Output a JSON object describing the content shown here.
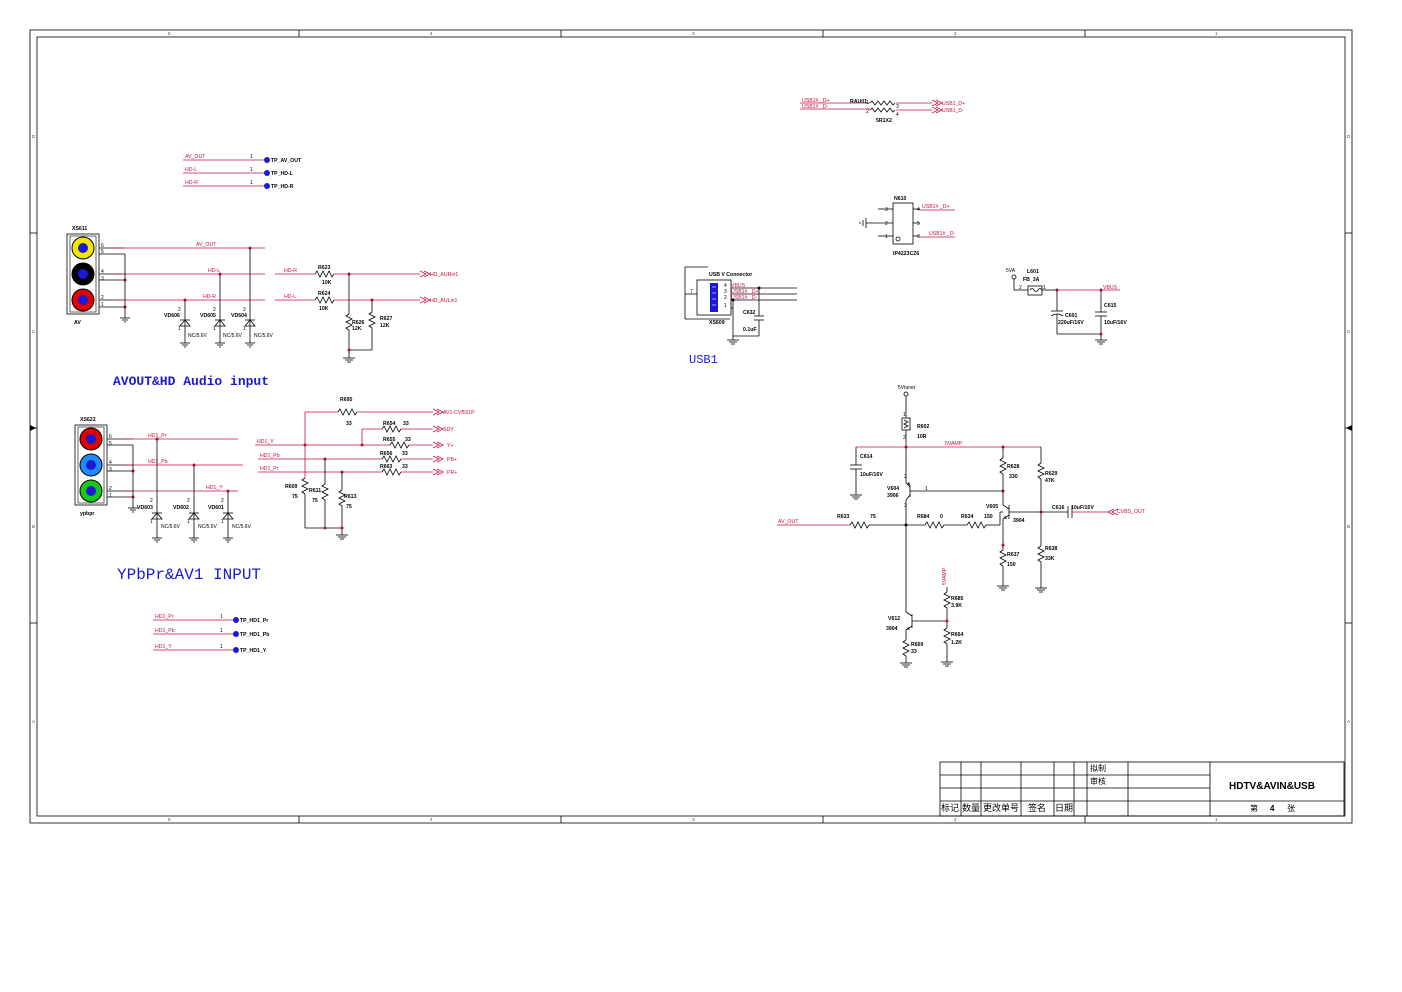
{
  "frame": {
    "col_labels": [
      "5",
      "4",
      "3",
      "2",
      "1"
    ],
    "row_labels": [
      "D",
      "C",
      "B",
      "A"
    ]
  },
  "sections": {
    "avout_title": "AVOUT&HD Audio input",
    "ypbpr_title": "YPbPr&AV1  INPUT",
    "usb_title": "USB1"
  },
  "testpoints_top": [
    {
      "net": "AV_OUT",
      "pin": "1",
      "name": "TP_AV_OUT"
    },
    {
      "net": "HD-L",
      "pin": "1",
      "name": "TP_HD-L"
    },
    {
      "net": "HD-R",
      "pin": "1",
      "name": "TP_HD-R"
    }
  ],
  "testpoints_bottom": [
    {
      "net": "HD1_Pr",
      "pin": "1",
      "name": "TP_HD1_Pr"
    },
    {
      "net": "HD1_Pb",
      "pin": "1",
      "name": "TP_HD1_Pb"
    },
    {
      "net": "HD1_Y",
      "pin": "1",
      "name": "TP_HD1_Y"
    }
  ],
  "xs611": {
    "ref": "XS611",
    "label": "AV",
    "pins": [
      "6",
      "5",
      "4",
      "3",
      "2",
      "1"
    ],
    "jack_colors": [
      "#f2e600",
      "#000000",
      "#e00000"
    ],
    "nets": {
      "av_out": "AV_OUT",
      "hd_l": "HD-L",
      "hd_r": "HD-R"
    }
  },
  "av_diodes": [
    {
      "ref": "VD606",
      "value": "NC/5.6V",
      "pins": [
        "1",
        "2"
      ]
    },
    {
      "ref": "VD605",
      "value": "NC/5.6V",
      "pins": [
        "1",
        "2"
      ]
    },
    {
      "ref": "VD604",
      "value": "NC/5.6V",
      "pins": [
        "1",
        "2"
      ]
    }
  ],
  "audio": {
    "net_r": "HD-R",
    "net_l": "HD-L",
    "r623": {
      "ref": "R623",
      "value": "10K"
    },
    "r624": {
      "ref": "R624",
      "value": "10K"
    },
    "r626": {
      "ref": "R626",
      "value": "12K"
    },
    "r627": {
      "ref": "R627",
      "value": "12K"
    },
    "out_r": "HD_AURin1",
    "out_l": "HD_AULin1"
  },
  "xs622": {
    "ref": "XS622",
    "label": "ypbpr",
    "pins": [
      "6",
      "5",
      "4",
      "3",
      "2",
      "1"
    ],
    "jack_colors": [
      "#e00000",
      "#1e8cff",
      "#18c818"
    ],
    "nets": {
      "pr": "HD1_Pr",
      "pb": "HD1_Pb",
      "y": "HD1_Y"
    }
  },
  "ypbpr_diodes": [
    {
      "ref": "VD603",
      "value": "NC/5.6V",
      "pins": [
        "1",
        "2"
      ]
    },
    {
      "ref": "VD602",
      "value": "NC/5.6V",
      "pins": [
        "1",
        "2"
      ]
    },
    {
      "ref": "VD601",
      "value": "NC/5.6V",
      "pins": [
        "1",
        "2"
      ]
    }
  ],
  "video_in": {
    "r695": {
      "ref": "R695",
      "value": "33"
    },
    "cvbs_out": "AV1-CVBS1P",
    "r654": {
      "ref": "R654",
      "value": "33"
    },
    "sdy": "SDY",
    "r655": {
      "ref": "R655",
      "value": "33"
    },
    "y_out": "Y+",
    "r656": {
      "ref": "R656",
      "value": "33"
    },
    "pb_out": "PB+",
    "r663": {
      "ref": "R663",
      "value": "33"
    },
    "pr_out": "PR+",
    "nets": [
      "HD1_Y",
      "HD1_Pb",
      "HD1_Pr"
    ],
    "r609": {
      "ref": "R609",
      "value": "75"
    },
    "r611": {
      "ref": "R611",
      "value": "75"
    },
    "r613": {
      "ref": "R613",
      "value": "75"
    }
  },
  "usb_conn": {
    "title": "USB V Connector",
    "ref": "XS609",
    "pins": [
      "4",
      "3",
      "2",
      "1"
    ],
    "shield_pin": "7",
    "nets": [
      "VBUS",
      "USB1# _D+",
      "USB1# _D-"
    ],
    "cap": {
      "ref": "C632",
      "value": "0.1uF"
    }
  },
  "rau01": {
    "ref": "RAU01",
    "value": "5R1X2",
    "in_p": "USB1# _D+",
    "in_n": "USB1# _D-",
    "out_p": "USB1_D+",
    "out_n": "USB1_D-",
    "pins": [
      "1",
      "2",
      "3",
      "4"
    ]
  },
  "n610": {
    "ref": "N610",
    "part": "IP4223CZ6",
    "left_pins": [
      "3",
      "2",
      "1"
    ],
    "right_pins": [
      "4",
      "5",
      "6"
    ],
    "net_p": "USB1# _D+",
    "net_n": "USB1# _D-"
  },
  "power": {
    "src": "5VA",
    "l601": {
      "ref": "L601",
      "value": "FB_3A",
      "pins": [
        "2",
        "1"
      ]
    },
    "vbus": "VBUS",
    "c601": {
      "ref": "C601",
      "value": "220uF/16V"
    },
    "c615": {
      "ref": "C615",
      "value": "10uF/16V"
    }
  },
  "amp": {
    "supply": "5Vtuner",
    "r602": {
      "ref": "R602",
      "value": "10R",
      "pins": [
        "1",
        "2"
      ]
    },
    "rail": "5VAMP",
    "c614": {
      "ref": "C614",
      "value": "10uF/16V"
    },
    "v604": {
      "ref": "V604",
      "value": "3906",
      "pins": [
        "2",
        "1",
        "3"
      ]
    },
    "r628": {
      "ref": "R628",
      "value": "330"
    },
    "r629": {
      "ref": "R629",
      "value": "47K"
    },
    "v605": {
      "ref": "V605",
      "value": "3904"
    },
    "c616": {
      "ref": "C616",
      "value": "10uF/16V"
    },
    "cvbs_out": "CVBS_OUT",
    "av_out": "AV_OUT",
    "r633": {
      "ref": "R633",
      "value": "75"
    },
    "r684": {
      "ref": "R684",
      "value": "0"
    },
    "r634": {
      "ref": "R634",
      "value": "150"
    },
    "r637": {
      "ref": "R637",
      "value": "150"
    },
    "r638": {
      "ref": "R638",
      "value": "33K"
    },
    "v612": {
      "ref": "V612",
      "value": "3904"
    },
    "r669": {
      "ref": "R669",
      "value": "33"
    },
    "rail2": "5VAMP",
    "r685": {
      "ref": "R685",
      "value": "3.9K"
    },
    "r664": {
      "ref": "R664",
      "value": "1.2K"
    }
  },
  "title_block": {
    "labels": [
      "标记",
      "数量",
      "更改单号",
      "签名",
      "日期"
    ],
    "drawn": "拟制",
    "checked": "审核",
    "title": "HDTV&AVIN&USB",
    "sheet_prefix": "第",
    "sheet_no": "4",
    "sheet_suffix": "张"
  }
}
